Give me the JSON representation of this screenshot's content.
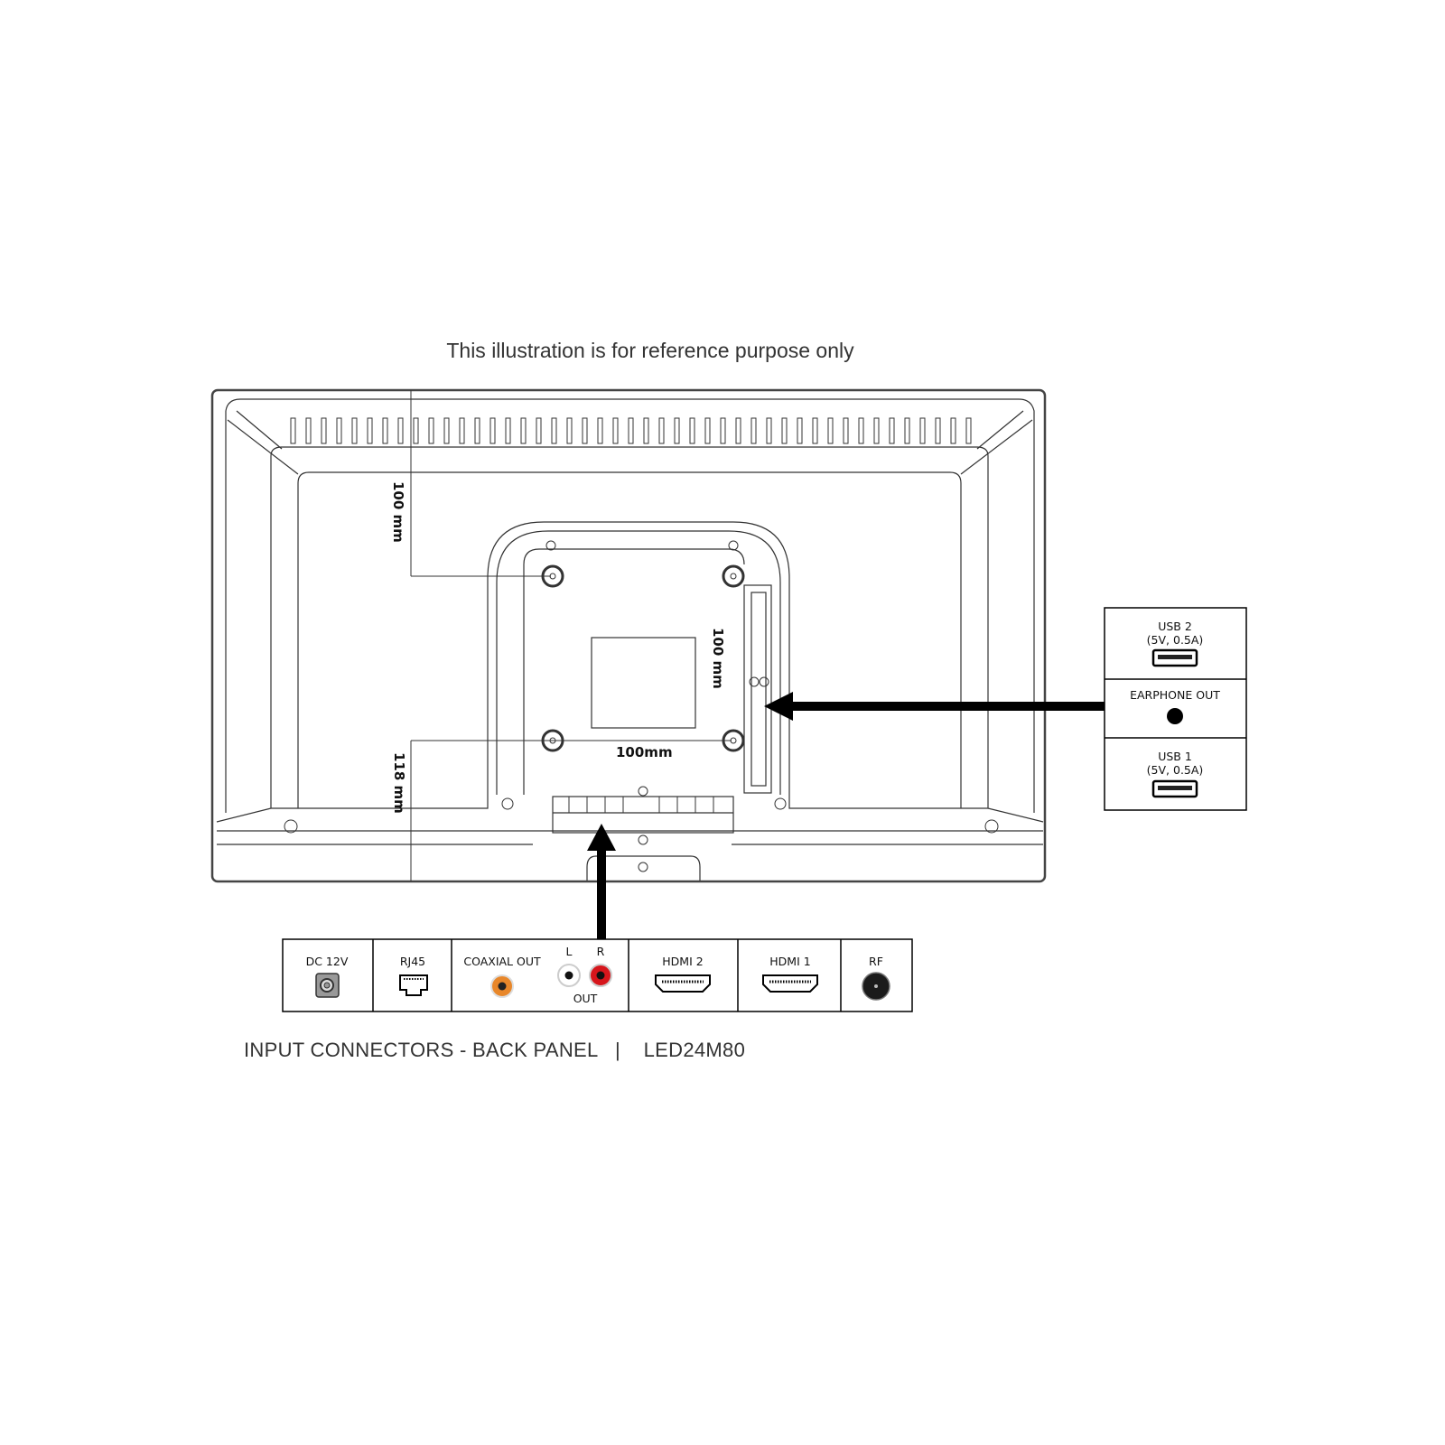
{
  "header": {
    "reference_note": "This illustration is for reference purpose only"
  },
  "dimensions": {
    "top_to_upper_holes": "100 mm",
    "vertical_hole_spacing": "100 mm",
    "horizontal_hole_spacing": "100mm",
    "lower_holes_to_bottom": "118 mm"
  },
  "side_panel": {
    "ports": [
      {
        "label": "USB 2",
        "sublabel": "(5V, 0.5A)",
        "icon": "usb-port-icon"
      },
      {
        "label": "EARPHONE OUT",
        "sublabel": "",
        "icon": "earphone-jack-icon"
      },
      {
        "label": "USB 1",
        "sublabel": "(5V, 0.5A)",
        "icon": "usb-port-icon"
      }
    ]
  },
  "bottom_panel": {
    "ports": [
      {
        "label": "DC 12V",
        "icon": "dc-power-jack-icon"
      },
      {
        "label": "RJ45",
        "icon": "ethernet-port-icon"
      },
      {
        "label": "COAXIAL OUT",
        "icon": "coaxial-port-icon",
        "color": "#e8872a"
      },
      {
        "label_l": "L",
        "label_r": "R",
        "label_bottom": "OUT",
        "icon": "rca-audio-out-icon",
        "color_l": "#ffffff",
        "color_r": "#d6161c"
      },
      {
        "label": "HDMI 2",
        "icon": "hdmi-port-icon"
      },
      {
        "label": "HDMI 1",
        "icon": "hdmi-port-icon"
      },
      {
        "label": "RF",
        "icon": "rf-antenna-port-icon"
      }
    ]
  },
  "footer": {
    "caption": "INPUT CONNECTORS - BACK PANEL   |    LED24M80"
  }
}
